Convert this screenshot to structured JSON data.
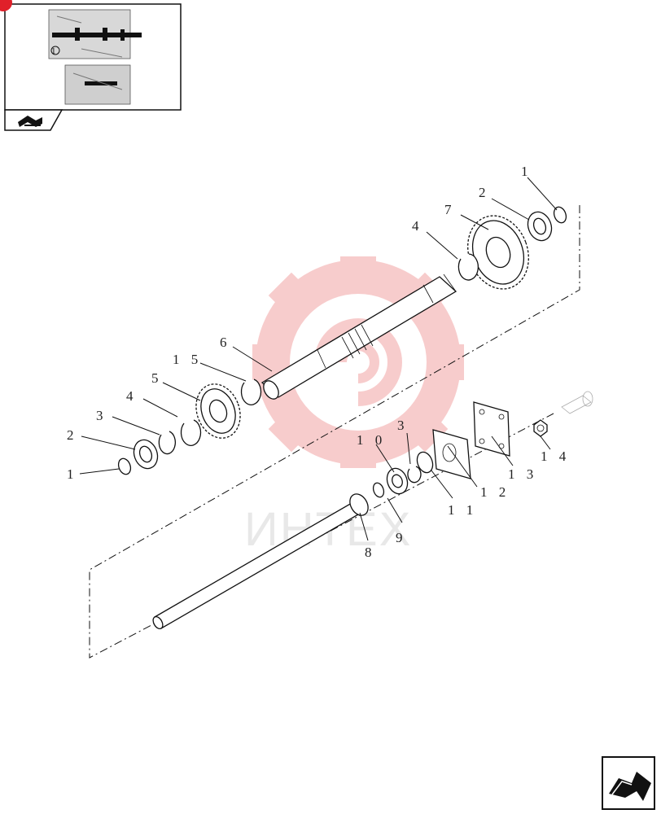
{
  "thumbnail": {
    "label": "1"
  },
  "callouts": [
    {
      "id": "c1a",
      "text": "1"
    },
    {
      "id": "c2a",
      "text": "2"
    },
    {
      "id": "c7",
      "text": "7"
    },
    {
      "id": "c4a",
      "text": "4"
    },
    {
      "id": "c6",
      "text": "6"
    },
    {
      "id": "c15",
      "text": "1 5"
    },
    {
      "id": "c5",
      "text": "5"
    },
    {
      "id": "c4b",
      "text": "4"
    },
    {
      "id": "c3a",
      "text": "3"
    },
    {
      "id": "c2b",
      "text": "2"
    },
    {
      "id": "c1b",
      "text": "1"
    },
    {
      "id": "c10",
      "text": "1 0"
    },
    {
      "id": "c3b",
      "text": "3"
    },
    {
      "id": "c9",
      "text": "9"
    },
    {
      "id": "c8",
      "text": "8"
    },
    {
      "id": "c11",
      "text": "1 1"
    },
    {
      "id": "c12",
      "text": "1 2"
    },
    {
      "id": "c13",
      "text": "1 3"
    },
    {
      "id": "c14",
      "text": "1 4"
    }
  ],
  "watermark": {
    "text": "ИНТЕХ",
    "color": "#f2a3a3"
  },
  "colors": {
    "badge": "#e0202a",
    "line": "#111111"
  },
  "icons": {
    "thumbnail_nav": "book-arrow-icon",
    "next_page": "next-page-arrow-icon"
  }
}
